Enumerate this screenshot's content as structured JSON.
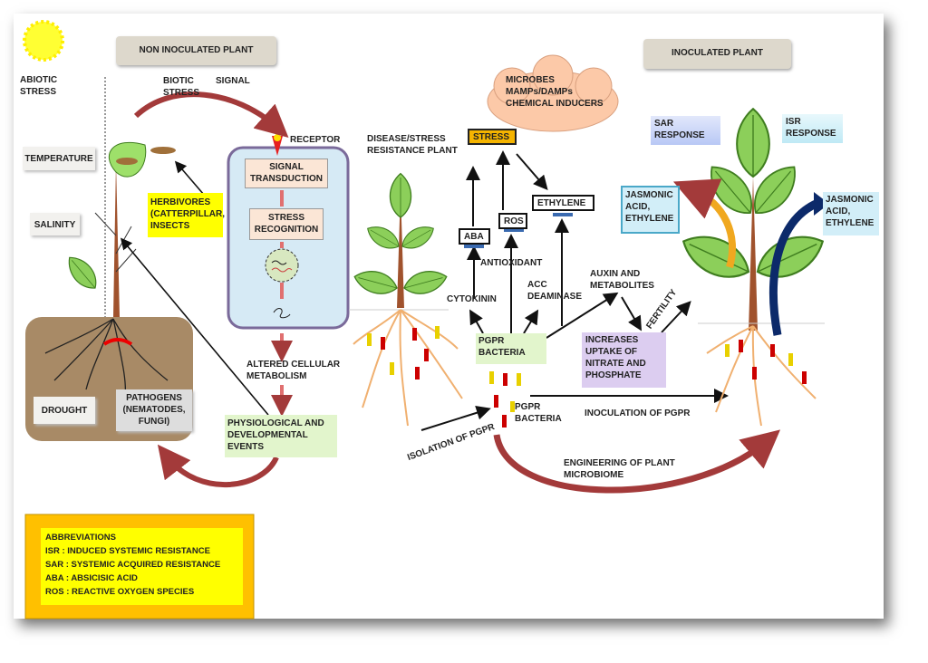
{
  "headers": {
    "non_inoculated": "NON INOCULATED PLANT",
    "inoculated": "INOCULATED PLANT"
  },
  "left": {
    "abiotic_stress": "ABIOTIC\nSTRESS",
    "biotic_stress": "BIOTIC\nSTRESS",
    "signal": "SIGNAL",
    "temperature": "TEMPERATURE",
    "salinity": "SALINITY",
    "drought": "DROUGHT",
    "pathogens": "PATHOGENS\n(NEMATODES,\nFUNGI)",
    "herbivores": "HERBIVORES\n(CATTERPILLAR,\nINSECTS",
    "receptor": "RECEPTOR",
    "signal_transduction": "SIGNAL\nTRANSDUCTION",
    "stress_recognition": "STRESS\nRECOGNITION",
    "altered_metabolism": "ALTERED CELLULAR\nMETABOLISM",
    "physiological": "PHYSIOLOGICAL AND\nDEVELOPMENTAL\nEVENTS"
  },
  "middle": {
    "cloud": "MICROBES\nMAMPs/DAMPs\nCHEMICAL INDUCERS",
    "disease_plant": "DISEASE/STRESS\nRESISTANCE PLANT",
    "stress": "STRESS",
    "aba": "ABA",
    "ros": "ROS",
    "ethylene": "ETHYLENE",
    "antioxidant": "ANTIOXIDANT",
    "cytokinin": "CYTOKININ",
    "acc": "ACC\nDEAMINASE",
    "auxin": "AUXIN AND\nMETABOLITES",
    "pgpr_box": "PGPR\nBACTERIA",
    "uptake": "INCREASES\nUPTAKE OF\nNITRATE AND\nPHOSPHATE",
    "fertility": "FERTILITY",
    "pgpr_text": "PGPR\nBACTERIA",
    "isolation": "ISOLATION OF PGPR",
    "inoculation": "INOCULATION OF PGPR",
    "engineering": "ENGINEERING OF PLANT\nMICROBIOME"
  },
  "right": {
    "sar": "SAR\nRESPONSE",
    "isr": "ISR\nRESPONSE",
    "jasmonic_left": "JASMONIC\nACID,\nETHYLENE",
    "jasmonic_right": "JASMONIC\nACID,\nETHYLENE"
  },
  "abbreviations": {
    "title": "ABBREVIATIONS",
    "items": [
      "ISR :   INDUCED SYSTEMIC RESISTANCE",
      "SAR :  SYSTEMIC ACQUIRED RESISTANCE",
      "ABA : ABSICISIC ACID",
      "ROS :  REACTIVE OXYGEN SPECIES"
    ]
  },
  "colors": {
    "arrow_red": "#a33a3a",
    "stress_orange": "#f5b400",
    "leaf_green": "#8ccf5a",
    "cell_blue": "#d6eaf5",
    "abbrev_yellow": "#ffff00",
    "abbrev_orange": "#ffc000"
  }
}
